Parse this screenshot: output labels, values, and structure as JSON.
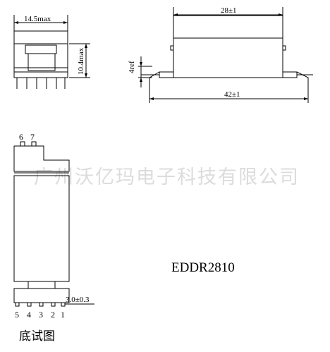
{
  "watermark": "广州沃亿玛电子科技有限公司",
  "front_view": {
    "width_dim": "14.5max",
    "height_dim": "10.4max"
  },
  "side_view": {
    "top_dim": "28±1",
    "bottom_dim": "42±1",
    "ref_dim": "4ref"
  },
  "bottom_view": {
    "top_pins": [
      "6",
      "7"
    ],
    "bottom_pins": [
      "5",
      "4",
      "3",
      "2",
      "1"
    ],
    "pitch_dim": "3.0±0.3",
    "caption": "底试图"
  },
  "part_number": "EDDR2810"
}
